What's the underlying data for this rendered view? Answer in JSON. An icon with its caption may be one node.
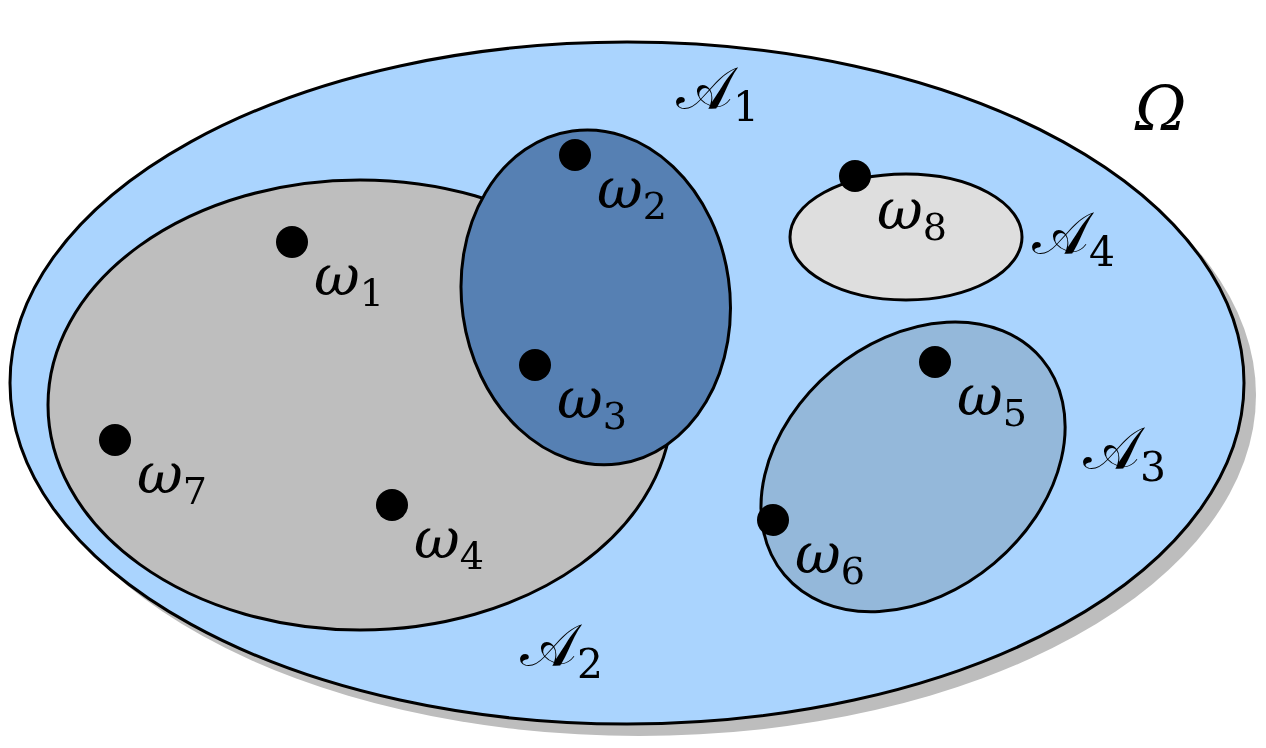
{
  "diagram": {
    "nodes": [
      {
        "text": [
          "Ω"
        ]
      },
      {
        "text": [
          "𝒜$_{1}$"
        ],
        "in": 0
      },
      {
        "text": [
          "𝒜$_{2}$"
        ],
        "in": 0
      },
      {
        "text": [
          "𝒜$_{3}$"
        ],
        "in": 0
      },
      {
        "text": [
          "𝒜$_{4}$"
        ],
        "in": 0
      },
      {
        "text": [],
        "shape": "circle",
        "beside": [
          "ω$_{1}$"
        ],
        "in": 2
      },
      {
        "text": [],
        "shape": "circle",
        "beside": [
          "ω$_{2}$"
        ],
        "in": 1
      },
      {
        "text": [],
        "shape": "circle",
        "beside": [
          "ω$_{3}$"
        ]
      },
      {
        "text": [],
        "shape": "circle",
        "beside": [
          "ω$_{4}$"
        ],
        "in": 2
      },
      {
        "text": [],
        "shape": "circle",
        "beside": [
          "ω$_{5}$"
        ],
        "in": 3
      },
      {
        "text": [],
        "shape": "circle",
        "beside": [
          "ω$_{6}$"
        ],
        "in": 3
      },
      {
        "text": [],
        "shape": "circle",
        "beside": [
          "ω$_{7}$"
        ],
        "in": 2
      },
      {
        "text": [],
        "shape": "circle",
        "beside": [
          "ω$_{8}$"
        ],
        "in": 4
      }
    ]
  }
}
